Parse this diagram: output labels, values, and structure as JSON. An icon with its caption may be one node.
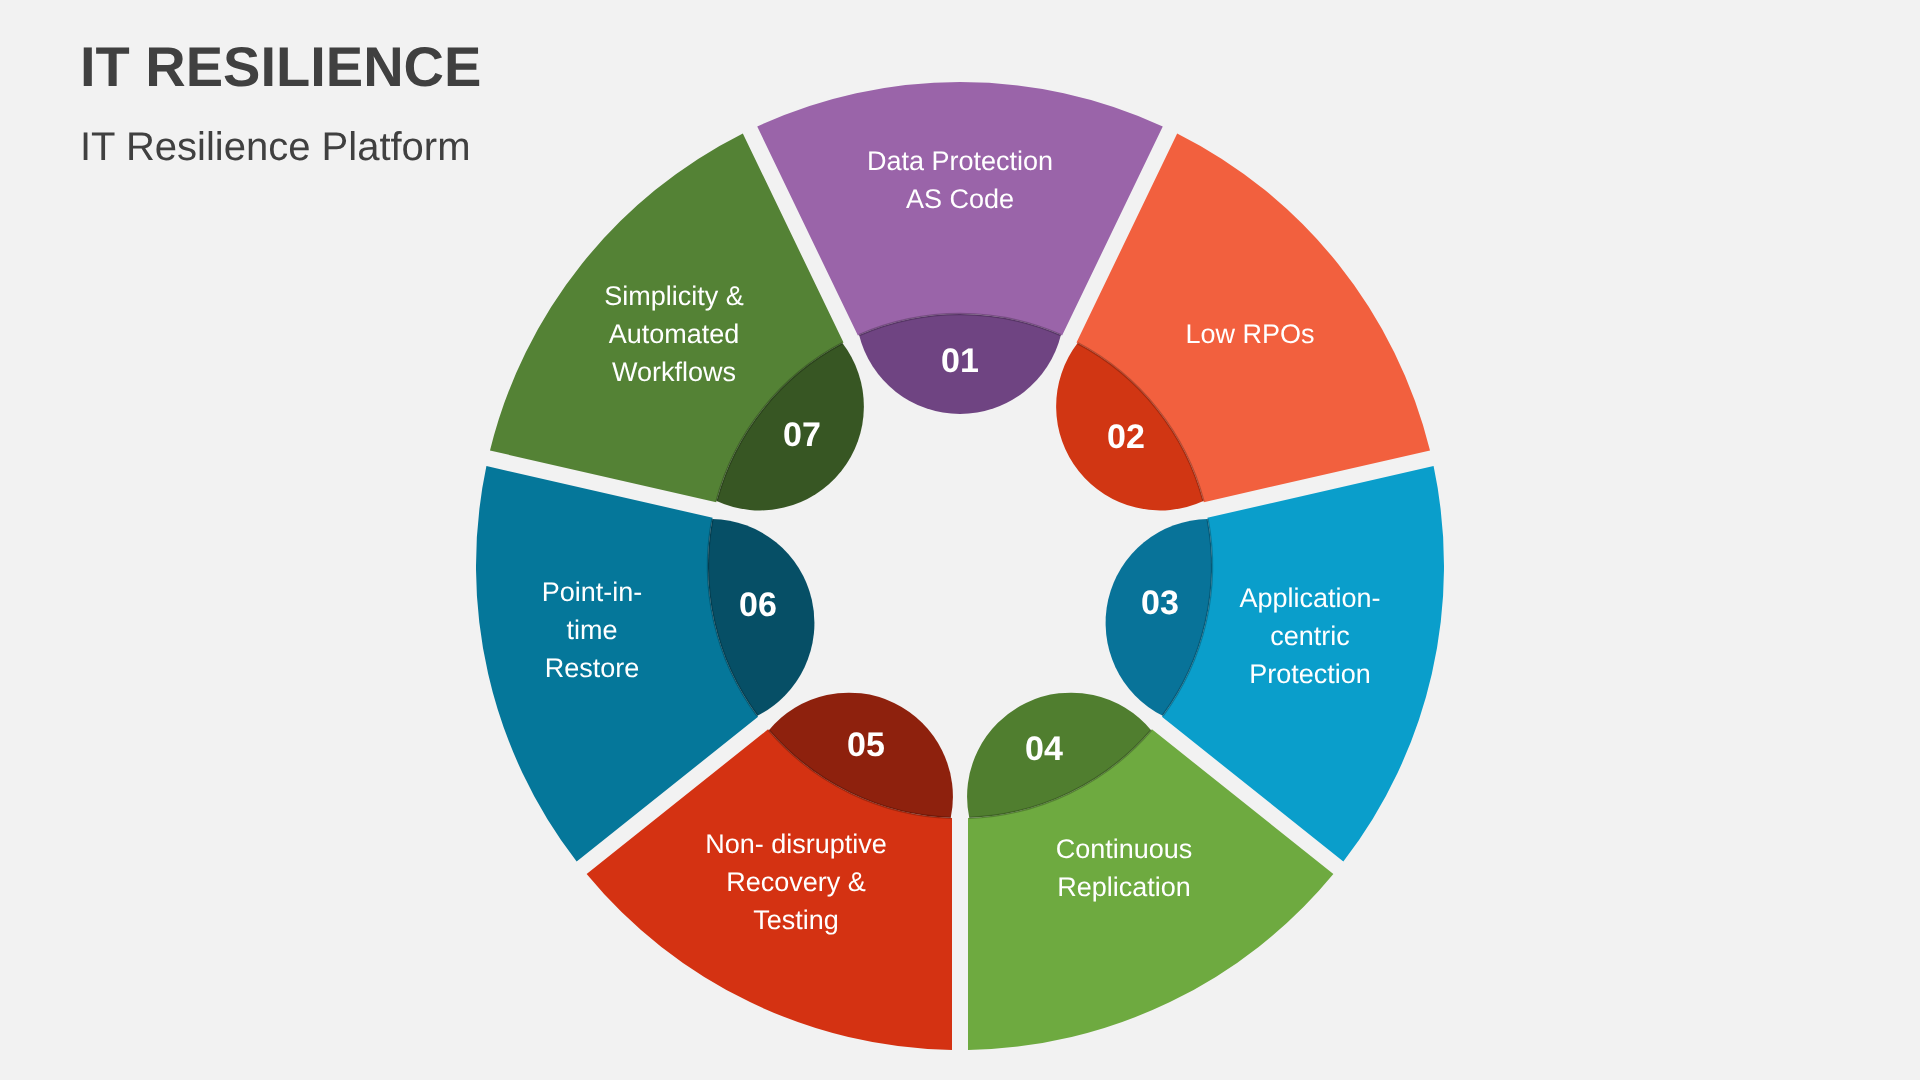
{
  "diagram": {
    "title": "IT RESILIENCE",
    "nodes": [
      {
        "text": [
          "Data Protection AS Code",
          "01"
        ]
      },
      {
        "text": [
          "Low RPOs",
          "02"
        ]
      },
      {
        "text": [
          "03",
          "Application-centric Protection"
        ]
      },
      {
        "text": [
          "04",
          "Continuous Replication"
        ]
      },
      {
        "text": [
          "05",
          "Non- disruptive Recovery & Testing"
        ]
      },
      {
        "text": [
          "Point-in-time Restore",
          "06"
        ]
      },
      {
        "text": [
          "Simplicity & Automated Workflows",
          "07"
        ]
      }
    ],
    "labels": [
      "IT Resilience Platform"
    ]
  }
}
